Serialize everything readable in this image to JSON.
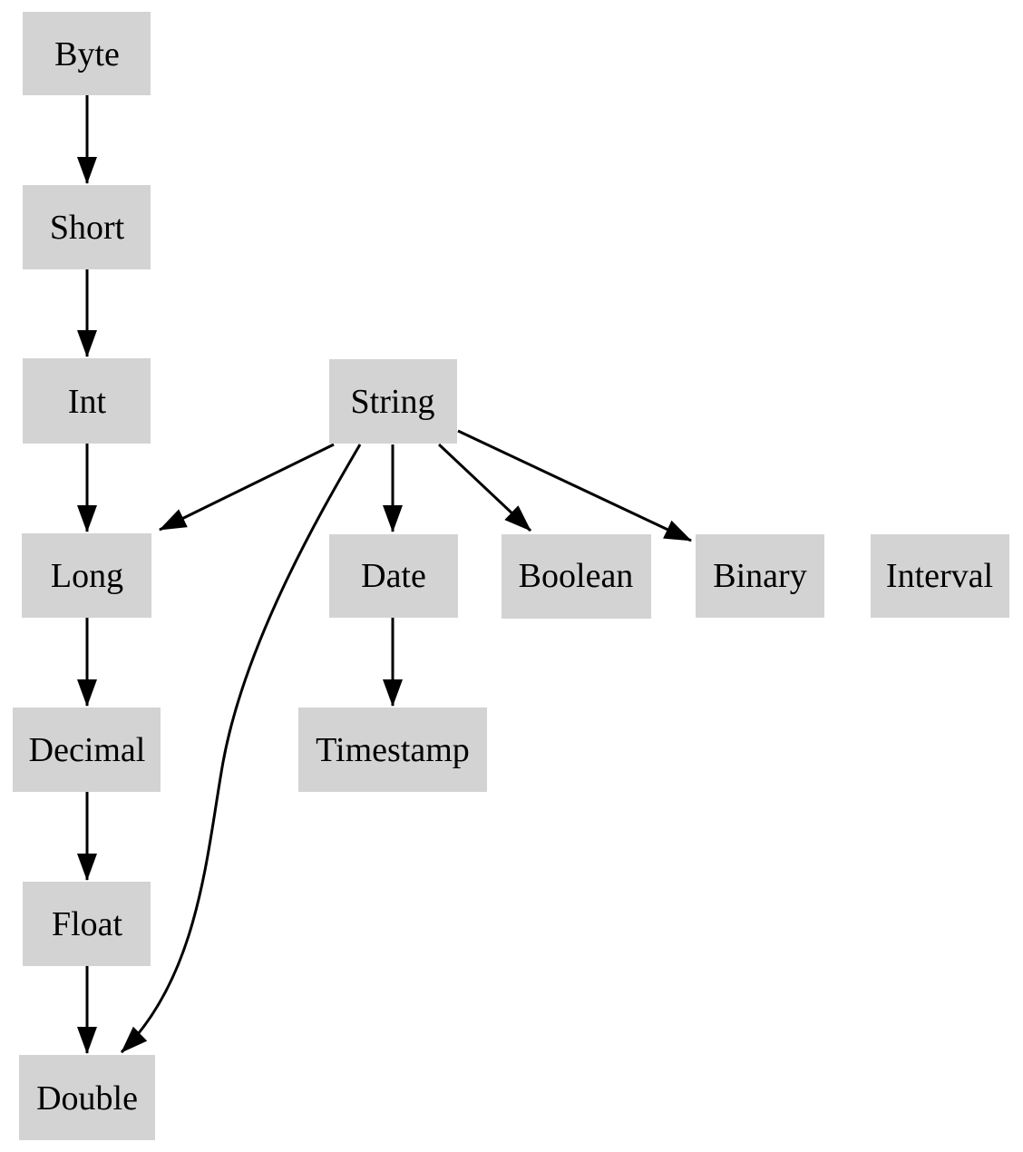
{
  "diagram": {
    "description": "Directed graph of data type promotion hierarchy",
    "colors": {
      "background": "#ffffff",
      "node_fill": "#d3d3d3",
      "edge_stroke": "#000000",
      "label_text": "#000000"
    },
    "nodes": [
      {
        "id": "byte",
        "label": "Byte"
      },
      {
        "id": "short",
        "label": "Short"
      },
      {
        "id": "int",
        "label": "Int"
      },
      {
        "id": "string",
        "label": "String"
      },
      {
        "id": "long",
        "label": "Long"
      },
      {
        "id": "date",
        "label": "Date"
      },
      {
        "id": "boolean",
        "label": "Boolean"
      },
      {
        "id": "binary",
        "label": "Binary"
      },
      {
        "id": "interval",
        "label": "Interval"
      },
      {
        "id": "decimal",
        "label": "Decimal"
      },
      {
        "id": "timestamp",
        "label": "Timestamp"
      },
      {
        "id": "float",
        "label": "Float"
      },
      {
        "id": "double",
        "label": "Double"
      }
    ],
    "edges": [
      {
        "from": "Byte",
        "to": "Short"
      },
      {
        "from": "Short",
        "to": "Int"
      },
      {
        "from": "Int",
        "to": "Long"
      },
      {
        "from": "Long",
        "to": "Decimal"
      },
      {
        "from": "Decimal",
        "to": "Float"
      },
      {
        "from": "Float",
        "to": "Double"
      },
      {
        "from": "String",
        "to": "Long"
      },
      {
        "from": "String",
        "to": "Date"
      },
      {
        "from": "String",
        "to": "Boolean"
      },
      {
        "from": "String",
        "to": "Binary"
      },
      {
        "from": "String",
        "to": "Double"
      },
      {
        "from": "Date",
        "to": "Timestamp"
      }
    ]
  }
}
